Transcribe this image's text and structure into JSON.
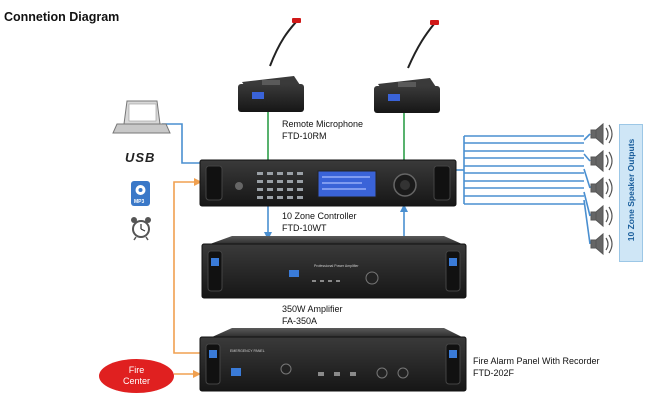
{
  "title": "Connetion Diagram",
  "nodes": {
    "remote_mic": {
      "name": "Remote Microphone",
      "model": "FTD-10RM"
    },
    "zone_controller": {
      "name": "10 Zone Controller",
      "model": "FTD-10WT"
    },
    "amplifier": {
      "name": "350W Amplifier",
      "model": "FA-350A",
      "panel_text": "Professional Power Amplifier"
    },
    "fire_alarm_panel": {
      "name": "Fire Alarm Panel With Recorder",
      "model": "FTD-202F",
      "panel_text": "EMERGENCY PANEL"
    },
    "fire_center": {
      "line1": "Fire",
      "line2": "Center"
    }
  },
  "sources": {
    "usb_label": "USB",
    "mp3_label": "MP3"
  },
  "zone_outputs": {
    "label": "10 Zone Speaker Outputs",
    "speaker_count": 5
  },
  "colors": {
    "blue_line": "#4a8fd0",
    "orange_line": "#f0a050",
    "fire_red": "#e02020",
    "device_body": "#2a2a2a",
    "lcd": "#3a63d8"
  }
}
